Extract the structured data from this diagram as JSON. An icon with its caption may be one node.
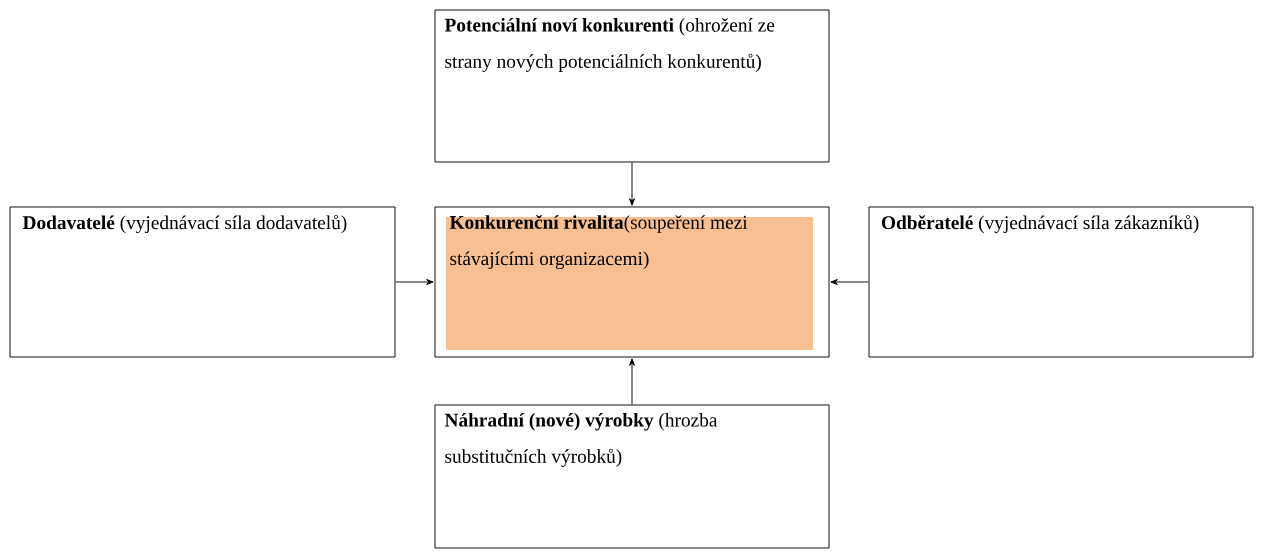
{
  "diagram": {
    "nodes": [
      {
        "text": [
          "**Potenciální noví konkurenti** (ohrožení ze strany nových potenciálních konkurentů)"
        ]
      },
      {
        "text": [
          "**Dodavatelé** (vyjednávací síla dodavatelů)"
        ]
      },
      {
        "text": [
          "**Konkurenční rivalita**(soupeření mezi stávajícími organizacemi)"
        ]
      },
      {
        "text": [
          "**Odběratelé** (vyjednávací síla zákazníků)"
        ]
      },
      {
        "text": [
          "**Náhradní (nové) výrobky** (hrozba substitučních výrobků)"
        ]
      }
    ],
    "edges": [
      {
        "from": 0,
        "to": 2,
        "arrow": "to"
      },
      {
        "from": 1,
        "to": 2,
        "arrow": "to"
      },
      {
        "from": 3,
        "to": 2,
        "arrow": "to"
      },
      {
        "from": 4,
        "to": 2,
        "arrow": "to"
      }
    ]
  }
}
